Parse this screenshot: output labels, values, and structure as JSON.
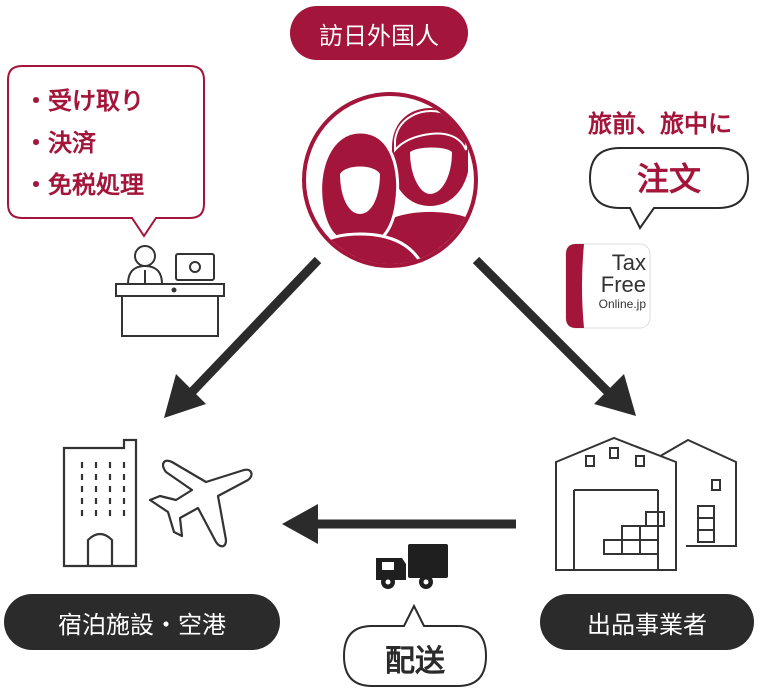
{
  "title_top": "訪日外国人",
  "left_bubble": {
    "items": [
      "・受け取り",
      "・決済",
      "・免税処理"
    ]
  },
  "right_caption": "旅前、旅中に",
  "right_bubble": "注文",
  "taxfree_logo": {
    "line1": "Tax",
    "line2": "Free",
    "line3": "Online.jp"
  },
  "left_label": "宿泊施設・空港",
  "right_label": "出品事業者",
  "bottom_bubble": "配送",
  "icons": {
    "visitors": "people-icon",
    "reception": "reception-desk-icon",
    "hotel": "hotel-building-icon",
    "plane": "airplane-icon",
    "warehouse": "warehouse-icon",
    "truck": "truck-icon"
  },
  "colors": {
    "accent": "#a3153a",
    "dark": "#2b2b2b",
    "line": "#555555"
  }
}
